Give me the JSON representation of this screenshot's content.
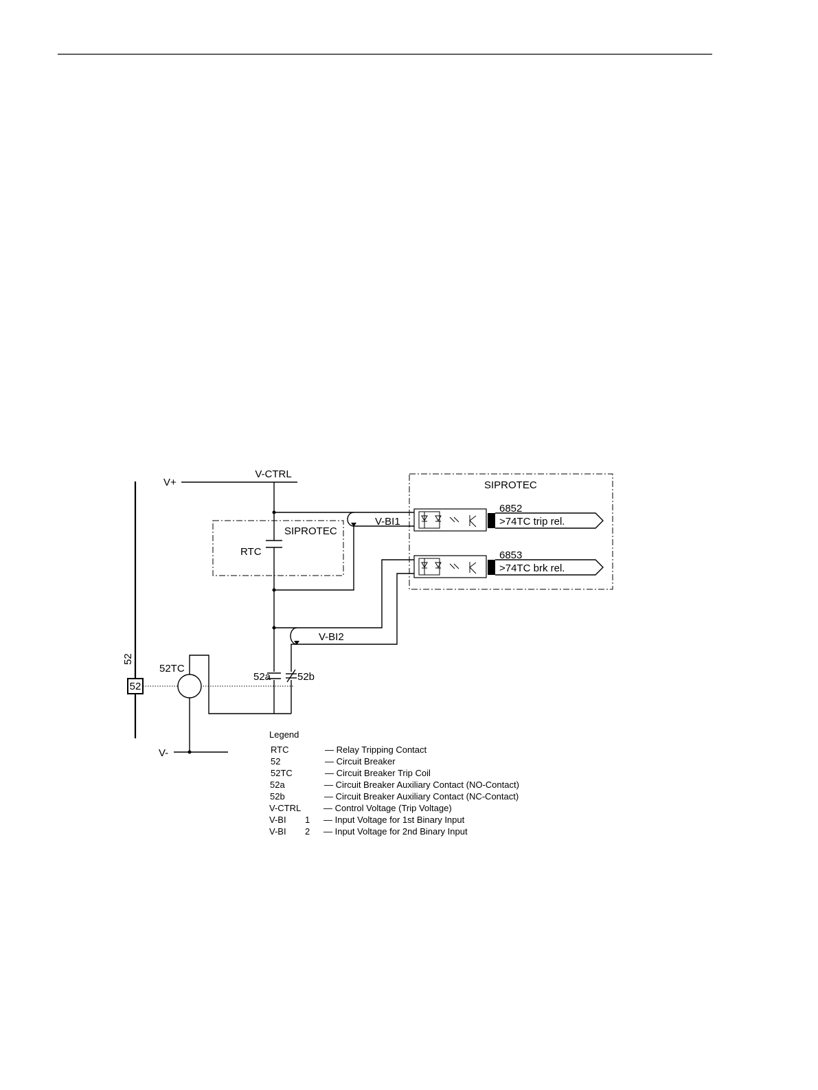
{
  "labels": {
    "v_plus": "V+",
    "v_minus": "V-",
    "v_ctrl": "V-CTRL",
    "siprotec_outer": "SIPROTEC",
    "siprotec_inner": "SIPROTEC",
    "rtc": "RTC",
    "v_bi1": "V-BI1",
    "v_bi2": "V-BI2",
    "bus_52": "52",
    "breaker_52": "52",
    "trip_coil": "52TC",
    "contact_52a": "52a",
    "contact_52b": "52b",
    "bi1_number": "6852",
    "bi1_message": ">74TC trip rel.",
    "bi2_number": "6853",
    "bi2_message": ">74TC brk rel."
  },
  "legend": {
    "title": "Legend",
    "items": [
      {
        "term": "RTC",
        "desc": "— Relay Tripping Contact"
      },
      {
        "term": "52",
        "desc": "— Circuit Breaker"
      },
      {
        "term": "52TC",
        "desc": "— Circuit Breaker Trip Coil"
      },
      {
        "term": "52a",
        "desc": "— Circuit Breaker Auxiliary Contact (NO-Contact)"
      },
      {
        "term": "52b",
        "desc": "— Circuit Breaker Auxiliary Contact (NC-Contact)"
      },
      {
        "term": "V-CTRL",
        "desc": "— Control Voltage (Trip Voltage)"
      },
      {
        "term": "V-BI",
        "num": "1",
        "desc": "— Input Voltage for 1st Binary Input"
      },
      {
        "term": "V-BI",
        "num": "2",
        "desc": "— Input Voltage for 2nd Binary Input"
      }
    ]
  }
}
